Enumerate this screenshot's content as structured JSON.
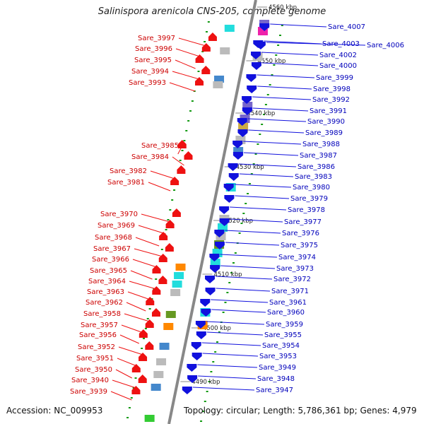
{
  "title": "Salinispora arenicola CNS-205, complete genome",
  "accession": "Accession: NC_009953",
  "topology": "Topology: circular; Length: 5,786,361 bp; Genes: 4,979",
  "ticks": [
    "4560 kbp",
    "4550 kbp",
    "4540 kbp",
    "4530 kbp",
    "4520 kbp",
    "4510 kbp",
    "4500 kbp",
    "4490 kbp"
  ],
  "colors": {
    "reverse_strand": "#ee1111",
    "forward_strand": "#1111dd",
    "backbone": "#888888",
    "dots": "#119911"
  },
  "reverse_genes": [
    {
      "label": "Sare_3997"
    },
    {
      "label": "Sare_3996"
    },
    {
      "label": "Sare_3995"
    },
    {
      "label": "Sare_3994"
    },
    {
      "label": "Sare_3993"
    },
    {
      "label": "Sare_3985"
    },
    {
      "label": "Sare_3984"
    },
    {
      "label": "Sare_3982"
    },
    {
      "label": "Sare_3981"
    },
    {
      "label": "Sare_3970"
    },
    {
      "label": "Sare_3969"
    },
    {
      "label": "Sare_3968"
    },
    {
      "label": "Sare_3967"
    },
    {
      "label": "Sare_3966"
    },
    {
      "label": "Sare_3965"
    },
    {
      "label": "Sare_3964"
    },
    {
      "label": "Sare_3963"
    },
    {
      "label": "Sare_3962"
    },
    {
      "label": "Sare_3958"
    },
    {
      "label": "Sare_3957"
    },
    {
      "label": "Sare_3956"
    },
    {
      "label": "Sare_3952"
    },
    {
      "label": "Sare_3951"
    },
    {
      "label": "Sare_3950"
    },
    {
      "label": "Sare_3940"
    },
    {
      "label": "Sare_3939"
    }
  ],
  "forward_genes": [
    {
      "label": "Sare_4007"
    },
    {
      "label": "Sare_4003"
    },
    {
      "label": "Sare_4006"
    },
    {
      "label": "Sare_4002"
    },
    {
      "label": "Sare_4000"
    },
    {
      "label": "Sare_3999"
    },
    {
      "label": "Sare_3998"
    },
    {
      "label": "Sare_3992"
    },
    {
      "label": "Sare_3991"
    },
    {
      "label": "Sare_3990"
    },
    {
      "label": "Sare_3989"
    },
    {
      "label": "Sare_3988"
    },
    {
      "label": "Sare_3987"
    },
    {
      "label": "Sare_3986"
    },
    {
      "label": "Sare_3983"
    },
    {
      "label": "Sare_3980"
    },
    {
      "label": "Sare_3979"
    },
    {
      "label": "Sare_3978"
    },
    {
      "label": "Sare_3977"
    },
    {
      "label": "Sare_3976"
    },
    {
      "label": "Sare_3975"
    },
    {
      "label": "Sare_3974"
    },
    {
      "label": "Sare_3973"
    },
    {
      "label": "Sare_3972"
    },
    {
      "label": "Sare_3971"
    },
    {
      "label": "Sare_3961"
    },
    {
      "label": "Sare_3960"
    },
    {
      "label": "Sare_3959"
    },
    {
      "label": "Sare_3955"
    },
    {
      "label": "Sare_3954"
    },
    {
      "label": "Sare_3953"
    },
    {
      "label": "Sare_3949"
    },
    {
      "label": "Sare_3948"
    },
    {
      "label": "Sare_3947"
    }
  ]
}
